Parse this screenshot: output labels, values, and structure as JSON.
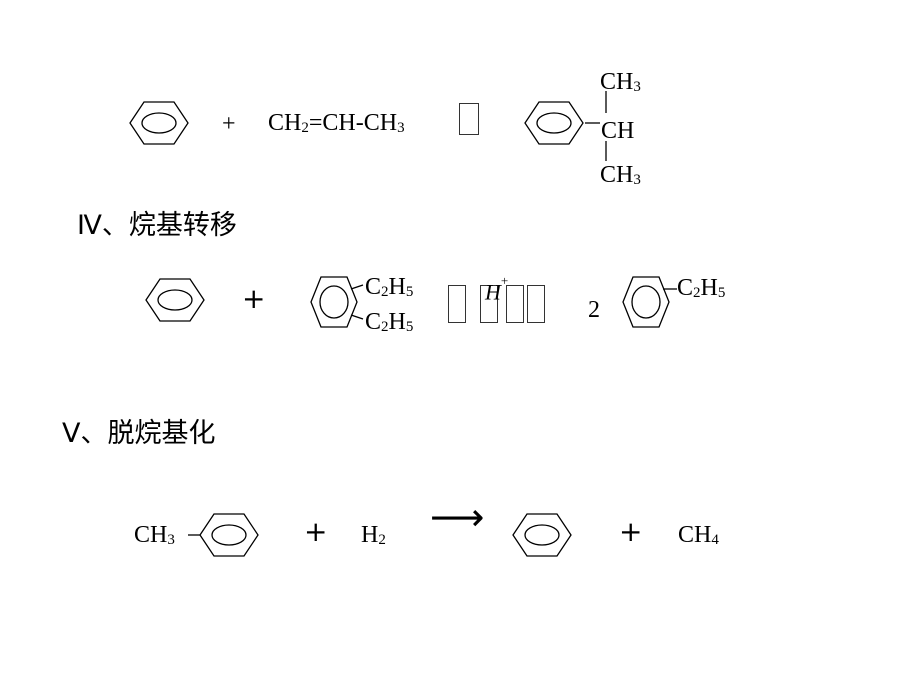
{
  "reaction3": {
    "plus": "+",
    "propene": [
      "CH",
      "2",
      "=CH-CH",
      "3"
    ],
    "product_top": [
      "CH",
      "3"
    ],
    "product_mid": "CH",
    "product_bottom": [
      "CH",
      "3"
    ]
  },
  "section4": {
    "heading": "Ⅳ、烷基转移",
    "plus": "+",
    "sub1": [
      "C",
      "2",
      "H",
      "5"
    ],
    "sub2": [
      "C",
      "2",
      "H",
      "5"
    ],
    "catalyst": "H",
    "catalyst_sup": "+",
    "coefficient": "2",
    "product": [
      "C",
      "2",
      "H",
      "5"
    ]
  },
  "section5": {
    "heading": "Ⅴ、脱烷基化",
    "reactant": [
      "CH",
      "3"
    ],
    "plus1": "+",
    "h2": [
      "H",
      "2"
    ],
    "arrow": "⟶",
    "plus2": "+",
    "ch4": [
      "CH",
      "4"
    ]
  }
}
